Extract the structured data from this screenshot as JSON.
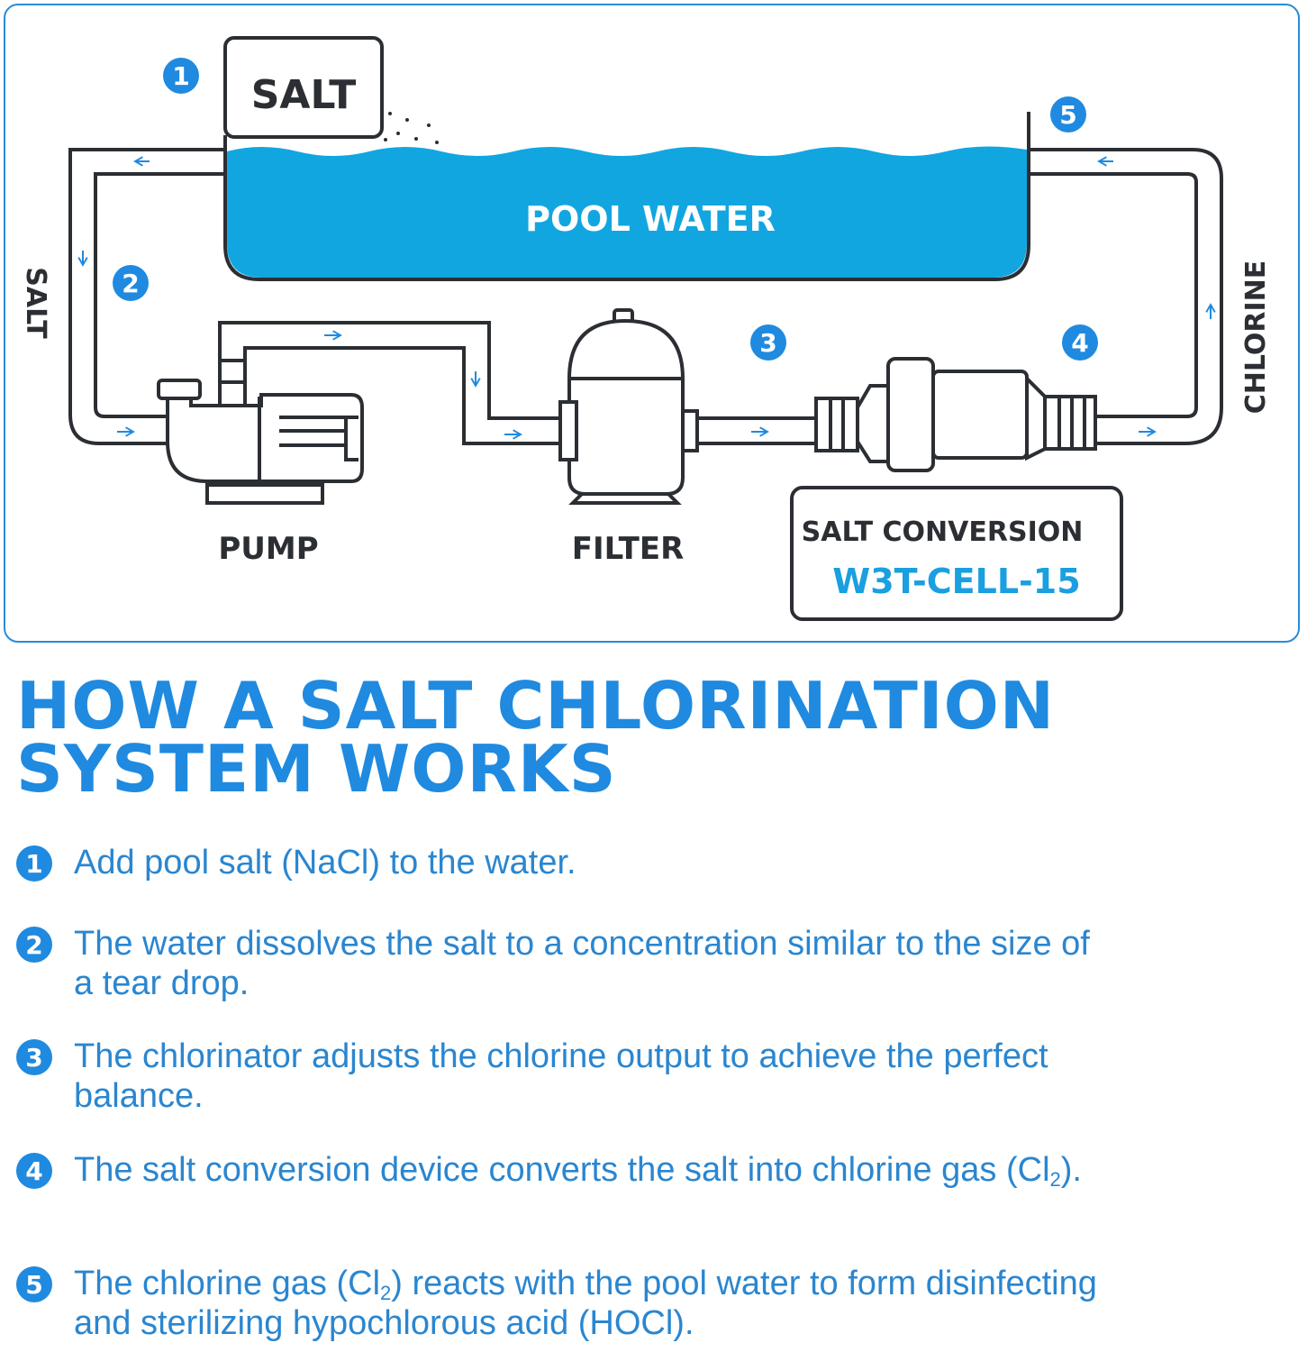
{
  "colors": {
    "accent_blue": "#1f8ae0",
    "text_blue": "#2a86d0",
    "water_blue": "#12a6e0",
    "frame_blue": "#2a8bd6",
    "line_dark": "#2b2f33",
    "model_blue": "#1a9fe0"
  },
  "diagram": {
    "salt_box_label": "SALT",
    "pool_label": "POOL WATER",
    "left_pipe_label": "SALT",
    "right_pipe_label": "CHLORINE",
    "pump_label": "PUMP",
    "filter_label": "FILTER",
    "cell_box": {
      "title": "SALT CONVERSION",
      "model": "W3T-CELL-15"
    },
    "markers": [
      "1",
      "2",
      "3",
      "4",
      "5"
    ],
    "flow_arrow_icon": "arrow-icon"
  },
  "heading": {
    "line1": "HOW A SALT CHLORINATION",
    "line2": "SYSTEM WORKS"
  },
  "steps": [
    {
      "number": "1",
      "text": "Add pool salt (NaCl) to the water."
    },
    {
      "number": "2",
      "text": "The water dissolves the salt to a concentration similar to the size of a tear drop."
    },
    {
      "number": "3",
      "text": "The chlorinator adjusts the chlorine output to achieve the perfect balance."
    },
    {
      "number": "4",
      "text_before": "The salt conversion device converts the salt into chlorine gas (Cl",
      "sub": "2",
      "text_after": ")."
    },
    {
      "number": "5",
      "text_before": "The chlorine gas (Cl",
      "sub": "2",
      "text_after": ") reacts with the pool water to form disinfecting and sterilizing hypochlorous acid (HOCl)."
    }
  ]
}
